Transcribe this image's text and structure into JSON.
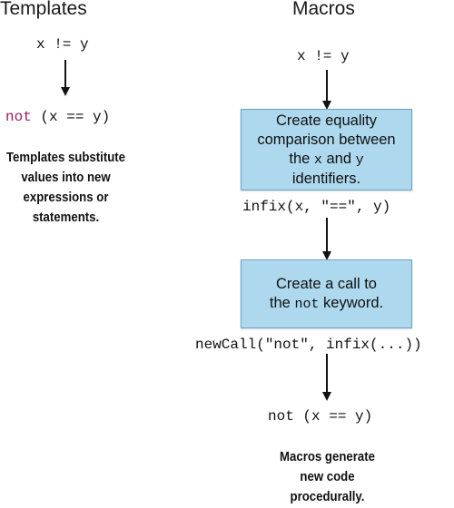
{
  "templates": {
    "heading": "Templates",
    "input": "x != y",
    "output_keyword": "not",
    "output_rest": " (x == y)",
    "caption": [
      "Templates substitute",
      "values into new",
      "expressions or",
      "statements."
    ]
  },
  "macros": {
    "heading": "Macros",
    "input": "x != y",
    "box1": {
      "line1": "Create equality",
      "line2": "comparison between",
      "line3_pre": "the ",
      "line3_code1": "x",
      "line3_mid": " and ",
      "line3_code2": "y",
      "line4": "identifiers."
    },
    "step1_code": "infix(x, \"==\", y)",
    "box2": {
      "line1": "Create a call to",
      "line2_pre": "the ",
      "line2_code": "not",
      "line2_post": " keyword."
    },
    "step2_code": "newCall(\"not\", infix(...))",
    "output": "not (x == y)",
    "caption": [
      "Macros generate",
      "new code",
      "procedurally."
    ]
  },
  "colors": {
    "box_fill": "#add8ee",
    "box_border": "#6aa3c3",
    "keyword": "#9b1c63"
  }
}
